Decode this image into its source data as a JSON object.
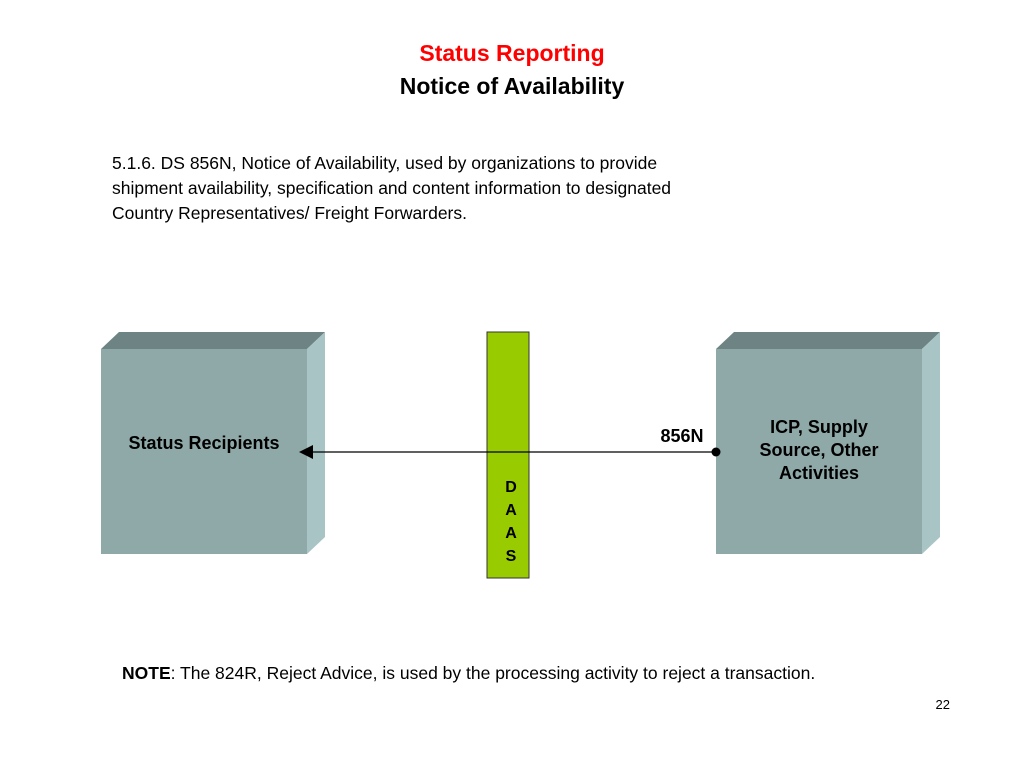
{
  "title": {
    "line1": "Status Reporting",
    "line2": "Notice of Availability"
  },
  "colors": {
    "title_accent": "#ff0000",
    "box_front": "#8fa9a8",
    "box_top": "#6e8383",
    "box_side": "#a9c4c5",
    "daas_bar": "#99cc00"
  },
  "description": {
    "lines": [
      "5.1.6. DS 856N, Notice of Availability, used by organizations to provide",
      "shipment availability, specification and content information to designated",
      "Country Representatives/ Freight Forwarders."
    ]
  },
  "diagram": {
    "left_box": {
      "label": "Status Recipients"
    },
    "right_box": {
      "lines": [
        "ICP, Supply",
        "Source, Other",
        "Activities"
      ]
    },
    "daas": {
      "letters": [
        "D",
        "A",
        "A",
        "S"
      ]
    },
    "arrow": {
      "label": "856N"
    }
  },
  "note": {
    "label": "NOTE",
    "text": ": The 824R, Reject Advice, is used by the processing activity to reject a transaction."
  },
  "page_number": "22"
}
